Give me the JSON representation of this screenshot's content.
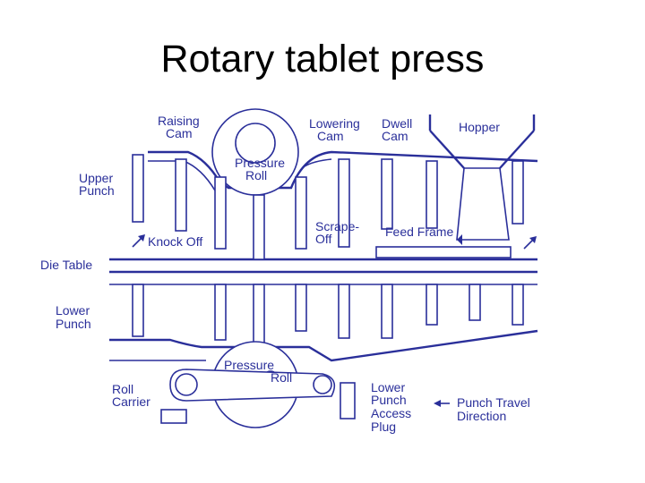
{
  "slide": {
    "title": "Rotary tablet press"
  },
  "labels": {
    "raising_cam": [
      "Raising",
      "Cam"
    ],
    "lowering_cam": [
      "Lowering",
      "Cam"
    ],
    "dwell_cam": [
      "Dwell",
      "Cam"
    ],
    "hopper": "Hopper",
    "upper_punch": [
      "Upper",
      "Punch"
    ],
    "pressure_roll_top": [
      "Pressure",
      "Roll"
    ],
    "scrape_off": [
      "Scrape-",
      "Off"
    ],
    "feed_frame": "Feed Frame",
    "knock_off": "Knock Off",
    "die_table": "Die Table",
    "lower_punch": [
      "Lower",
      "Punch"
    ],
    "pressure_roll_bottom": [
      "Pressure",
      "Roll"
    ],
    "roll_carrier": [
      "Roll",
      "Carrier"
    ],
    "lower_punch_access_plug": [
      "Lower",
      "Punch",
      "Access",
      "Plug"
    ],
    "punch_travel_direction": [
      "Punch Travel",
      "Direction"
    ]
  },
  "colors": {
    "line": "#2a2f9a",
    "background": "#ffffff"
  }
}
